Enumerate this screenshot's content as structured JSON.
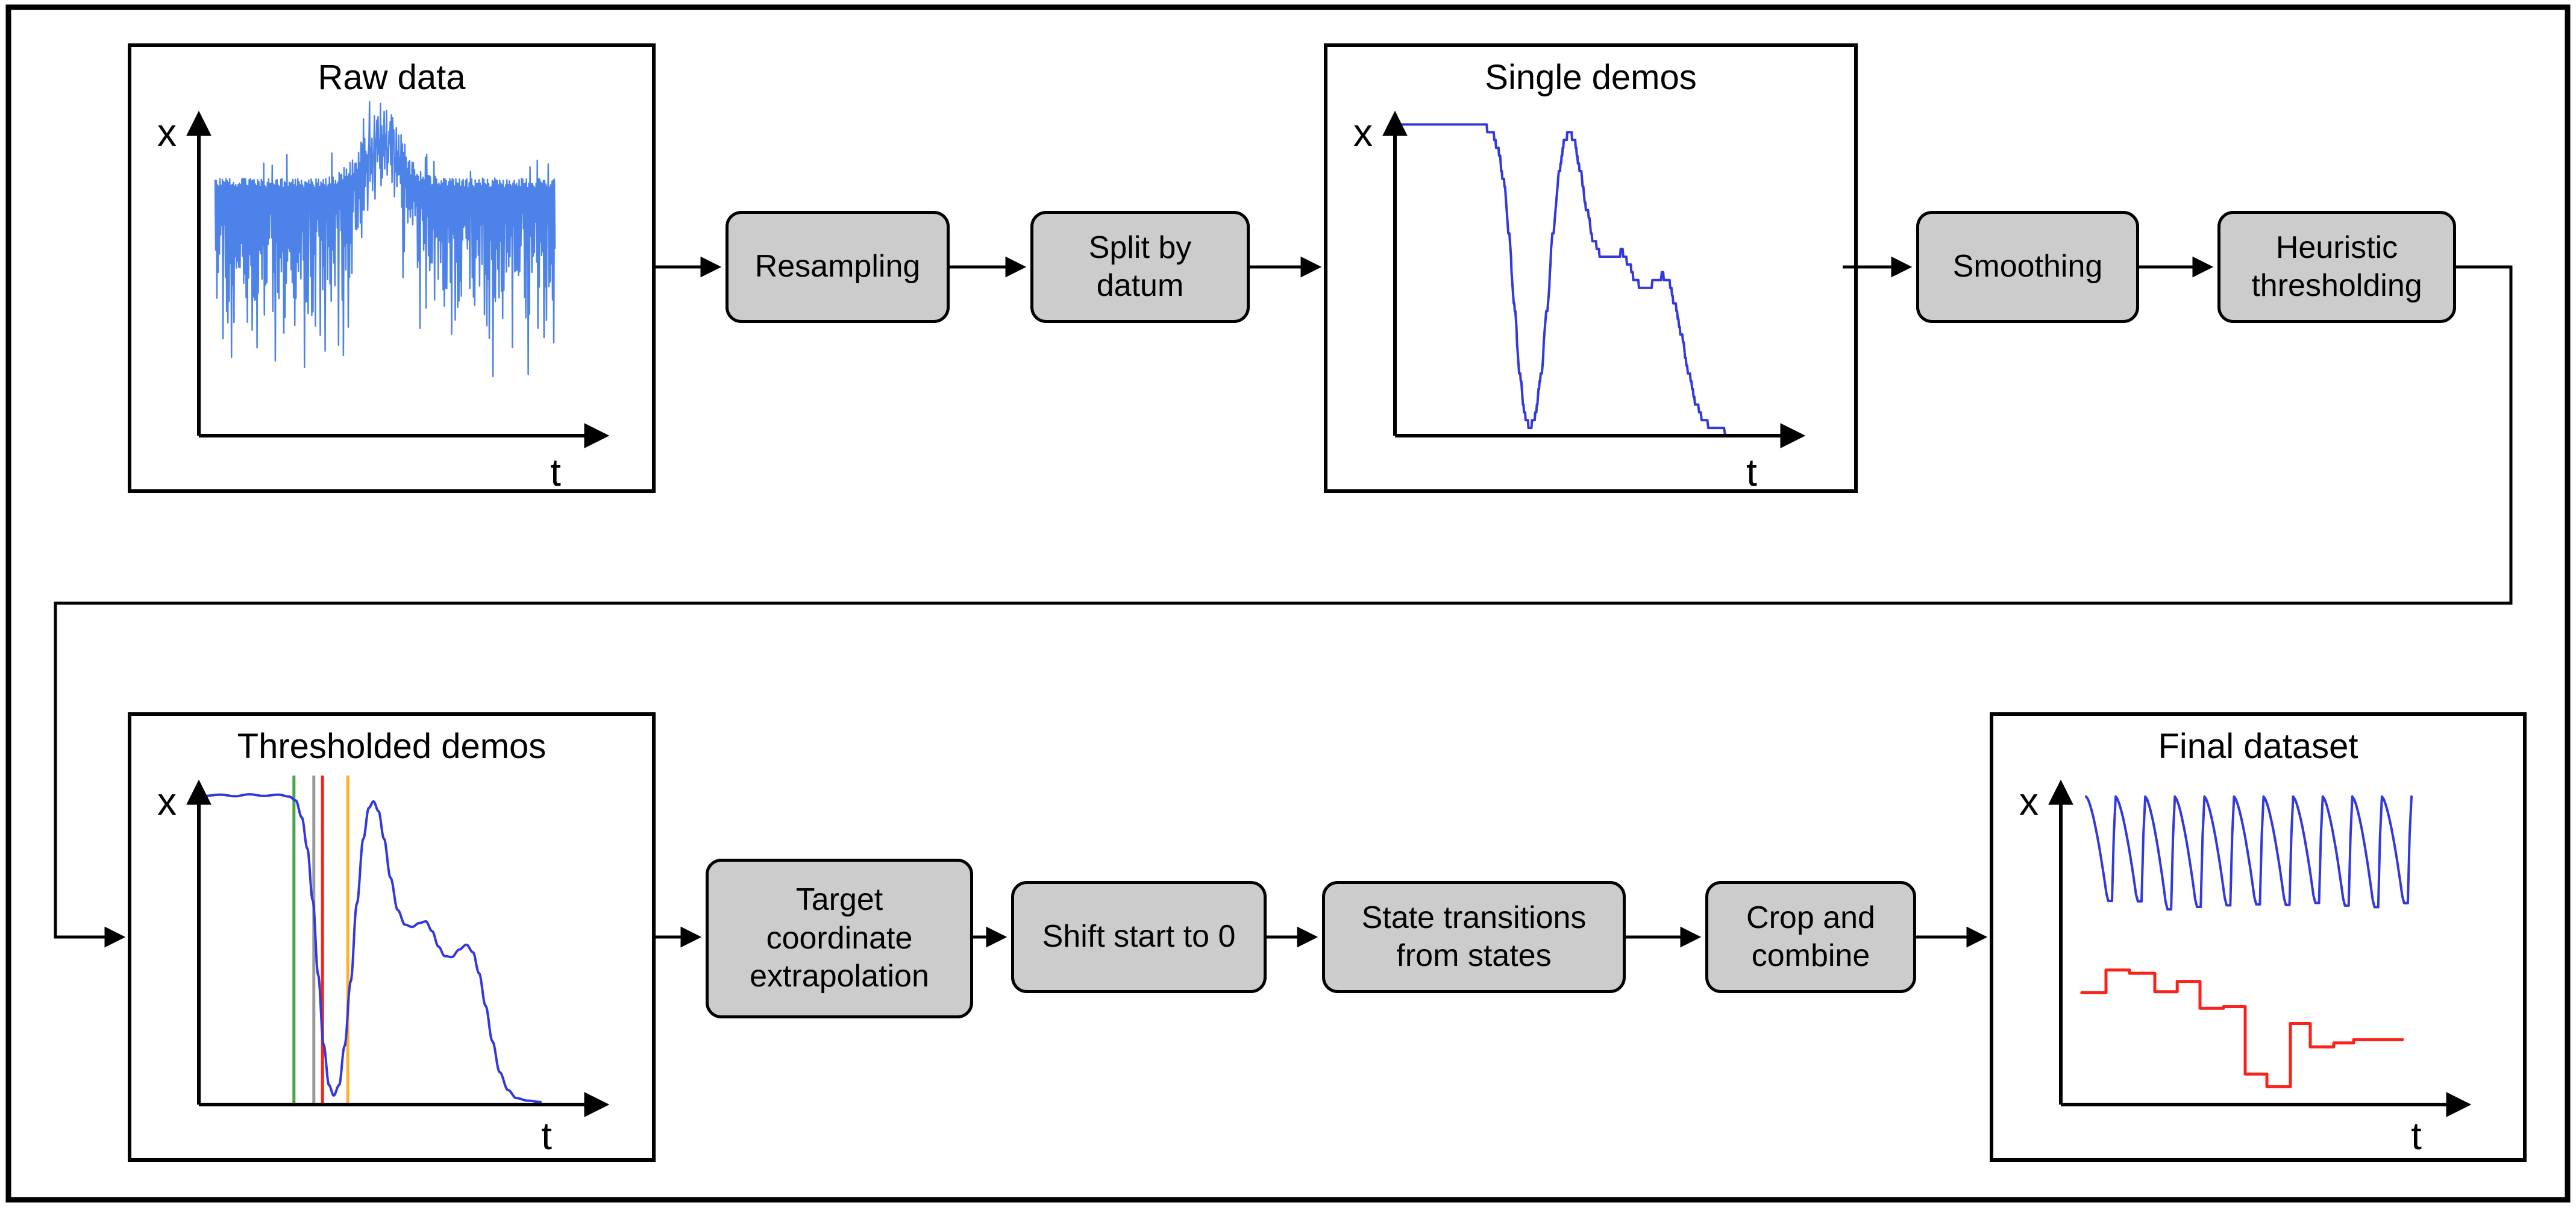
{
  "diagram": {
    "colors": {
      "box_fill": "#cccccc",
      "box_border": "#000000",
      "raw_blue": "#4d82e8",
      "signal_blue": "#3238dc",
      "step_red": "#f8231a",
      "threshold_green": "#4aa34c",
      "threshold_gray": "#999999",
      "threshold_orange": "#ffb02e"
    },
    "panels": [
      {
        "id": "raw",
        "title": "Raw data",
        "xlabel": "t",
        "ylabel": "x"
      },
      {
        "id": "single",
        "title": "Single demos",
        "xlabel": "t",
        "ylabel": "x"
      },
      {
        "id": "thresh",
        "title": "Thresholded demos",
        "xlabel": "t",
        "ylabel": "x"
      },
      {
        "id": "final",
        "title": "Final dataset",
        "xlabel": "t",
        "ylabel": "x"
      }
    ],
    "steps": [
      {
        "id": "resampling",
        "label": "Resampling"
      },
      {
        "id": "split-by-datum",
        "label": "Split by\ndatum"
      },
      {
        "id": "smoothing",
        "label": "Smoothing"
      },
      {
        "id": "heuristic-thresholding",
        "label": "Heuristic\nthresholding"
      },
      {
        "id": "target-coordinate-extrapolation",
        "label": "Target\ncoordinate\nextrapolation"
      },
      {
        "id": "shift-start-to-0",
        "label": "Shift start to 0"
      },
      {
        "id": "state-transitions-from-states",
        "label": "State transitions\nfrom states"
      },
      {
        "id": "crop-and-combine",
        "label": "Crop and\ncombine"
      }
    ]
  },
  "chart_data": [
    {
      "id": "raw",
      "type": "line",
      "title": "Raw data",
      "xlabel": "t",
      "ylabel": "x",
      "grid": false,
      "legend": false,
      "series": [
        {
          "name": "raw-noisy-signal",
          "style": "noise",
          "color": "#4d82e8",
          "width": 2.5,
          "seed": 20,
          "n": 560,
          "x_range": [
            0.045,
            0.985
          ],
          "band_top": 0.78,
          "hump_center": 0.49,
          "hump_width": 0.08,
          "hump_height": 0.17,
          "spike_min": 0.18,
          "spike_max": 0.62
        }
      ]
    },
    {
      "id": "single",
      "type": "line",
      "title": "Single demos",
      "xlabel": "t",
      "ylabel": "x",
      "grid": false,
      "legend": false,
      "series": [
        {
          "name": "demo-trajectory-stepped",
          "style": "curve",
          "stepped": true,
          "color": "#3238dc",
          "width": 4,
          "points": [
            [
              0.015,
              0.952
            ],
            [
              0.06,
              0.956
            ],
            [
              0.1,
              0.951
            ],
            [
              0.14,
              0.957
            ],
            [
              0.18,
              0.952
            ],
            [
              0.22,
              0.956
            ],
            [
              0.25,
              0.95
            ],
            [
              0.268,
              0.938
            ],
            [
              0.285,
              0.885
            ],
            [
              0.3,
              0.79
            ],
            [
              0.315,
              0.63
            ],
            [
              0.33,
              0.4
            ],
            [
              0.345,
              0.185
            ],
            [
              0.36,
              0.06
            ],
            [
              0.373,
              0.028
            ],
            [
              0.388,
              0.06
            ],
            [
              0.403,
              0.18
            ],
            [
              0.42,
              0.38
            ],
            [
              0.437,
              0.62
            ],
            [
              0.455,
              0.82
            ],
            [
              0.47,
              0.915
            ],
            [
              0.483,
              0.935
            ],
            [
              0.497,
              0.905
            ],
            [
              0.512,
              0.82
            ],
            [
              0.53,
              0.7
            ],
            [
              0.55,
              0.6
            ],
            [
              0.57,
              0.555
            ],
            [
              0.59,
              0.548
            ],
            [
              0.61,
              0.56
            ],
            [
              0.628,
              0.565
            ],
            [
              0.645,
              0.535
            ],
            [
              0.663,
              0.487
            ],
            [
              0.68,
              0.458
            ],
            [
              0.7,
              0.455
            ],
            [
              0.72,
              0.478
            ],
            [
              0.74,
              0.493
            ],
            [
              0.758,
              0.47
            ],
            [
              0.775,
              0.405
            ],
            [
              0.793,
              0.305
            ],
            [
              0.812,
              0.195
            ],
            [
              0.832,
              0.1
            ],
            [
              0.855,
              0.045
            ],
            [
              0.878,
              0.02
            ],
            [
              0.91,
              0.012
            ],
            [
              0.945,
              0.008
            ]
          ]
        }
      ]
    },
    {
      "id": "thresh",
      "type": "line",
      "title": "Thresholded demos",
      "xlabel": "t",
      "ylabel": "x",
      "grid": false,
      "legend": false,
      "thresholds": [
        {
          "name": "threshold-line-green",
          "color": "#4aa34c",
          "x": 0.263
        },
        {
          "name": "threshold-line-gray",
          "color": "#999999",
          "x": 0.318
        },
        {
          "name": "threshold-line-red",
          "color": "#f8231a",
          "x": 0.342
        },
        {
          "name": "threshold-line-orange",
          "color": "#ffb02e",
          "x": 0.412
        }
      ],
      "series": [
        {
          "name": "demo-trajectory-smooth",
          "style": "curve",
          "stepped": false,
          "color": "#3238dc",
          "width": 4,
          "points": [
            [
              0.015,
              0.952
            ],
            [
              0.06,
              0.956
            ],
            [
              0.1,
              0.951
            ],
            [
              0.14,
              0.957
            ],
            [
              0.18,
              0.952
            ],
            [
              0.22,
              0.956
            ],
            [
              0.25,
              0.95
            ],
            [
              0.268,
              0.938
            ],
            [
              0.285,
              0.885
            ],
            [
              0.3,
              0.79
            ],
            [
              0.315,
              0.63
            ],
            [
              0.33,
              0.4
            ],
            [
              0.345,
              0.185
            ],
            [
              0.36,
              0.06
            ],
            [
              0.373,
              0.028
            ],
            [
              0.388,
              0.06
            ],
            [
              0.403,
              0.18
            ],
            [
              0.42,
              0.38
            ],
            [
              0.437,
              0.62
            ],
            [
              0.455,
              0.82
            ],
            [
              0.47,
              0.915
            ],
            [
              0.483,
              0.935
            ],
            [
              0.497,
              0.905
            ],
            [
              0.512,
              0.82
            ],
            [
              0.53,
              0.7
            ],
            [
              0.55,
              0.6
            ],
            [
              0.57,
              0.555
            ],
            [
              0.59,
              0.548
            ],
            [
              0.61,
              0.56
            ],
            [
              0.628,
              0.565
            ],
            [
              0.645,
              0.535
            ],
            [
              0.663,
              0.487
            ],
            [
              0.68,
              0.458
            ],
            [
              0.7,
              0.455
            ],
            [
              0.72,
              0.478
            ],
            [
              0.74,
              0.493
            ],
            [
              0.758,
              0.47
            ],
            [
              0.775,
              0.405
            ],
            [
              0.793,
              0.305
            ],
            [
              0.812,
              0.195
            ],
            [
              0.832,
              0.1
            ],
            [
              0.855,
              0.045
            ],
            [
              0.878,
              0.02
            ],
            [
              0.91,
              0.012
            ],
            [
              0.945,
              0.008
            ]
          ]
        }
      ]
    },
    {
      "id": "final",
      "type": "line",
      "title": "Final dataset",
      "xlabel": "t",
      "ylabel": "x",
      "grid": false,
      "legend": false,
      "series": [
        {
          "name": "oscillating-signal",
          "style": "relax_wave",
          "color": "#3238dc",
          "width": 4,
          "seed": 7,
          "cycles": 11,
          "x_range": [
            0.07,
            0.97
          ],
          "y_top": 0.95,
          "y_bottom": 0.615
        },
        {
          "name": "step-signal",
          "style": "steps",
          "color": "#f8231a",
          "width": 5,
          "points": [
            [
              0.058,
              0.345
            ],
            [
              0.125,
              0.345
            ],
            [
              0.125,
              0.415
            ],
            [
              0.19,
              0.415
            ],
            [
              0.19,
              0.405
            ],
            [
              0.26,
              0.405
            ],
            [
              0.26,
              0.348
            ],
            [
              0.322,
              0.348
            ],
            [
              0.322,
              0.38
            ],
            [
              0.385,
              0.38
            ],
            [
              0.385,
              0.297
            ],
            [
              0.45,
              0.297
            ],
            [
              0.45,
              0.302
            ],
            [
              0.51,
              0.302
            ],
            [
              0.51,
              0.094
            ],
            [
              0.57,
              0.094
            ],
            [
              0.57,
              0.055
            ],
            [
              0.635,
              0.055
            ],
            [
              0.635,
              0.25
            ],
            [
              0.69,
              0.25
            ],
            [
              0.69,
              0.178
            ],
            [
              0.755,
              0.178
            ],
            [
              0.755,
              0.19
            ],
            [
              0.81,
              0.19
            ],
            [
              0.81,
              0.2
            ],
            [
              0.945,
              0.2
            ]
          ]
        }
      ]
    }
  ]
}
